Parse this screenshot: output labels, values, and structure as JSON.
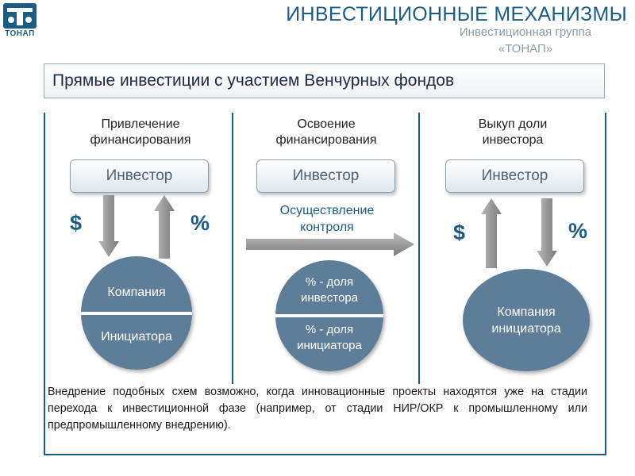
{
  "header": {
    "logo_text": "ТОНАП",
    "title": "ИНВЕСТИЦИОННЫЕ МЕХАНИЗМЫ",
    "subtitle_line1": "Инвестиционная группа",
    "subtitle_line2": "«ТОНАП»"
  },
  "banner": {
    "title": "Прямые инвестиции с участием Венчурных фондов"
  },
  "columns": [
    {
      "title_line1": "Привлечение",
      "title_line2": "финансирования",
      "investor_label": "Инвестор",
      "left_symbol": "$",
      "right_symbol": "%",
      "company_top": "Компания",
      "company_bottom": "Инициатора"
    },
    {
      "title_line1": "Освоение",
      "title_line2": "финансирования",
      "investor_label": "Инвестор",
      "control_line1": "Осуществление",
      "control_line2": "контроля",
      "share_top_line1": "% - доля",
      "share_top_line2": "инвестора",
      "share_bottom_line1": "% - доля",
      "share_bottom_line2": "инициатора"
    },
    {
      "title_line1": "Выкуп доли",
      "title_line2": "инвестора",
      "investor_label": "Инвестор",
      "left_symbol": "$",
      "right_symbol": "%",
      "company_line1": "Компания",
      "company_line2": "инициатора"
    }
  ],
  "note": {
    "text": "Внедрение подобных схем возможно, когда инновационные проекты находятся уже на стадии перехода к инвестиционной фазе (например, от стадии НИР/ОКР к промышленному или предпромышленному внедрению)."
  },
  "colors": {
    "brand_blue": "#1d5c82",
    "oval_fill": "#5e7d98",
    "arrow_gray": "#8f8f8f"
  },
  "icons": [
    "logo-mark",
    "arrow-down",
    "arrow-up",
    "arrow-right"
  ]
}
